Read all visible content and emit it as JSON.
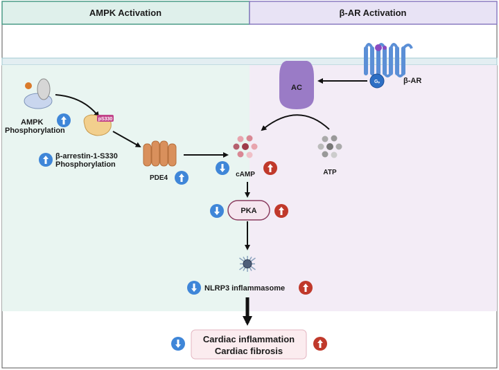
{
  "headers": {
    "left": "AMPK Activation",
    "right": "β-AR Activation"
  },
  "labels": {
    "ac": "AC",
    "gs": "Gₛ",
    "beta_ar": "β-AR",
    "ampk_line1": "AMPK",
    "ampk_line2": "Phosphorylation",
    "ps330": "pS330",
    "arrestin_line1": "β-arrestin-1-S330",
    "arrestin_line2": "Phosphorylation",
    "pde4": "PDE4",
    "camp": "cAMP",
    "atp": "ATP",
    "pka": "PKA",
    "nlrp3": "NLRP3 inflammasome",
    "outcome_line1": "Cardiac inflammation",
    "outcome_line2": "Cardiac fibrosis"
  },
  "colors": {
    "ampk_header_bg": "#dff0eb",
    "ampk_panel_bg": "#e9f5f1",
    "bar_border": "#4a9a86",
    "bar_header_bg": "#e8e3f5",
    "bar_panel_bg": "#f3ecf6",
    "ac_purple": "#9a7bc6",
    "receptor_blue": "#5b8fd6",
    "pde4_orange": "#d9905c",
    "down_blue": "#3f86d8",
    "up_red": "#c0392b",
    "pka_pink": "#f5e6ef",
    "outcome_pink": "#fbecef"
  },
  "icons": {
    "down_arrow": "down-arrow-icon",
    "up_arrow": "up-arrow-icon"
  }
}
